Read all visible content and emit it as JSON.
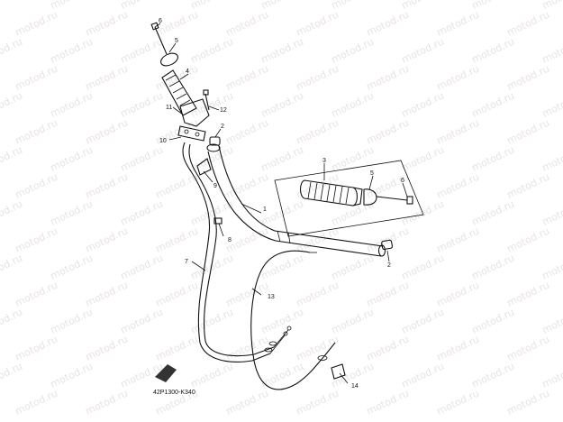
{
  "watermark": "motod.ru",
  "diagram_code": "42P1300-K340",
  "callouts": [
    {
      "id": "c1",
      "text": "1"
    },
    {
      "id": "c2a",
      "text": "2"
    },
    {
      "id": "c2b",
      "text": "2"
    },
    {
      "id": "c3",
      "text": "3"
    },
    {
      "id": "c4",
      "text": "4"
    },
    {
      "id": "c5a",
      "text": "5"
    },
    {
      "id": "c5b",
      "text": "5"
    },
    {
      "id": "c6a",
      "text": "6"
    },
    {
      "id": "c6b",
      "text": "6"
    },
    {
      "id": "c7",
      "text": "7"
    },
    {
      "id": "c8",
      "text": "8"
    },
    {
      "id": "c9",
      "text": "9"
    },
    {
      "id": "c10",
      "text": "10"
    },
    {
      "id": "c11",
      "text": "11"
    },
    {
      "id": "c12",
      "text": "12"
    },
    {
      "id": "c13",
      "text": "13"
    },
    {
      "id": "c14",
      "text": "14"
    }
  ]
}
